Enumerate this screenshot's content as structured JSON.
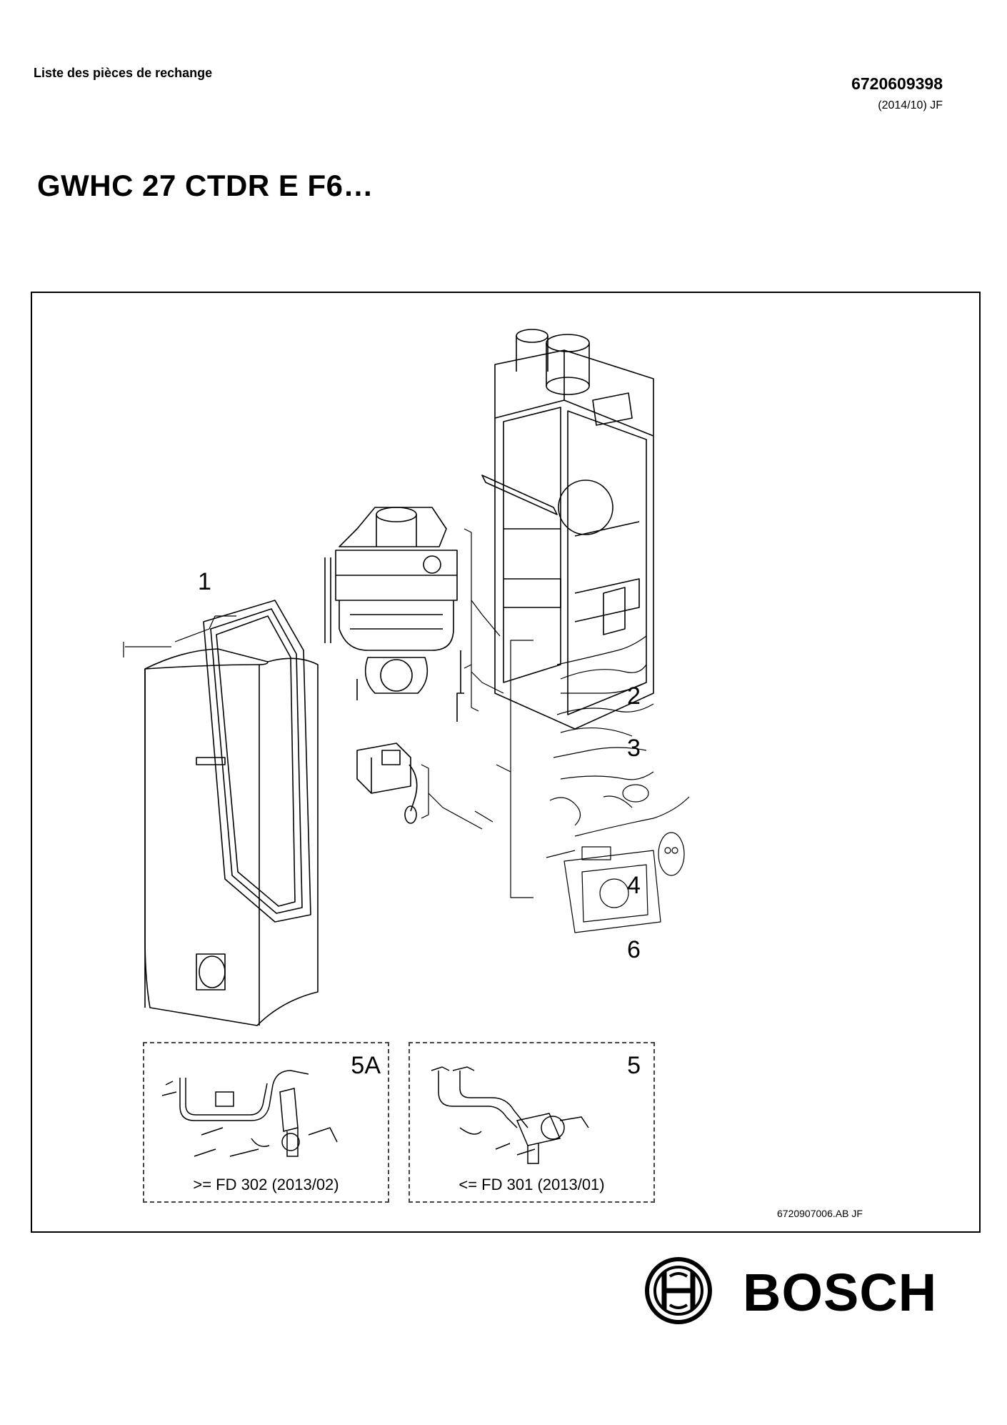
{
  "header": {
    "doc_type": "Liste des pièces de rechange",
    "doc_number": "6720609398",
    "revision": "(2014/10) JF"
  },
  "title": "GWHC 27 CTDR E F6…",
  "diagram": {
    "callouts": {
      "c1": "1",
      "c2": "2",
      "c3": "3",
      "c4": "4",
      "c6": "6"
    },
    "box_5a": {
      "label": "5A",
      "caption": ">= FD 302 (2013/02)"
    },
    "box_5": {
      "label": "5",
      "caption": "<= FD 301 (2013/01)"
    },
    "drawing_ref": "6720907006.AB   JF"
  },
  "brand": {
    "name": "BOSCH",
    "logo_icon": "bosch-armature-logo-icon"
  }
}
